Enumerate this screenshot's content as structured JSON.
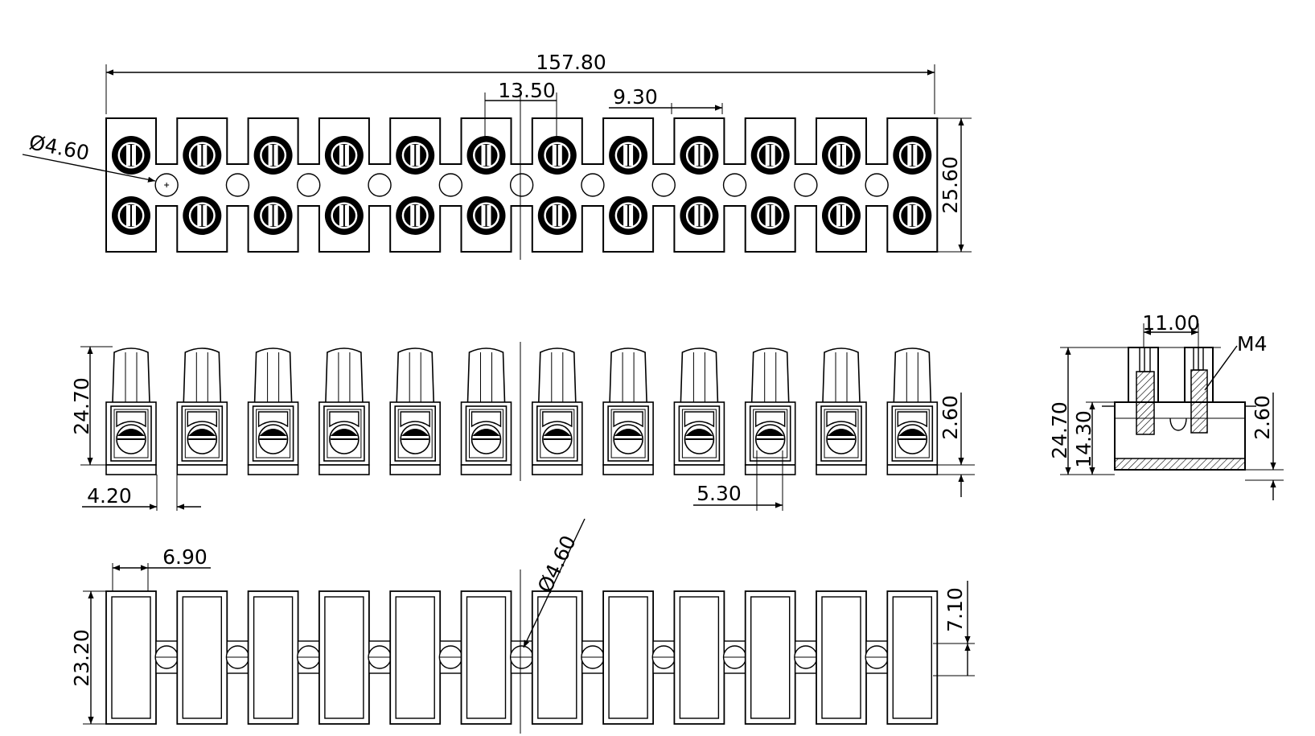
{
  "terminal_count": 12,
  "top_view": {
    "overall_length": "157.80",
    "pitch": "13.50",
    "slot_width": "9.30",
    "hole_diameter": "Ø4.60",
    "depth": "25.60"
  },
  "front_view": {
    "height": "24.70",
    "base_thickness": "2.60",
    "end_offset": "4.20",
    "insert_width": "5.30"
  },
  "bottom_view": {
    "housing_width": "6.90",
    "depth": "23.20",
    "hole_diameter": "Ø4.60",
    "half_depth": "7.10"
  },
  "side_view": {
    "screw_spacing": "11.00",
    "screw_thread": "M4",
    "height": "24.70",
    "body_height": "14.30",
    "base_thickness": "2.60"
  }
}
